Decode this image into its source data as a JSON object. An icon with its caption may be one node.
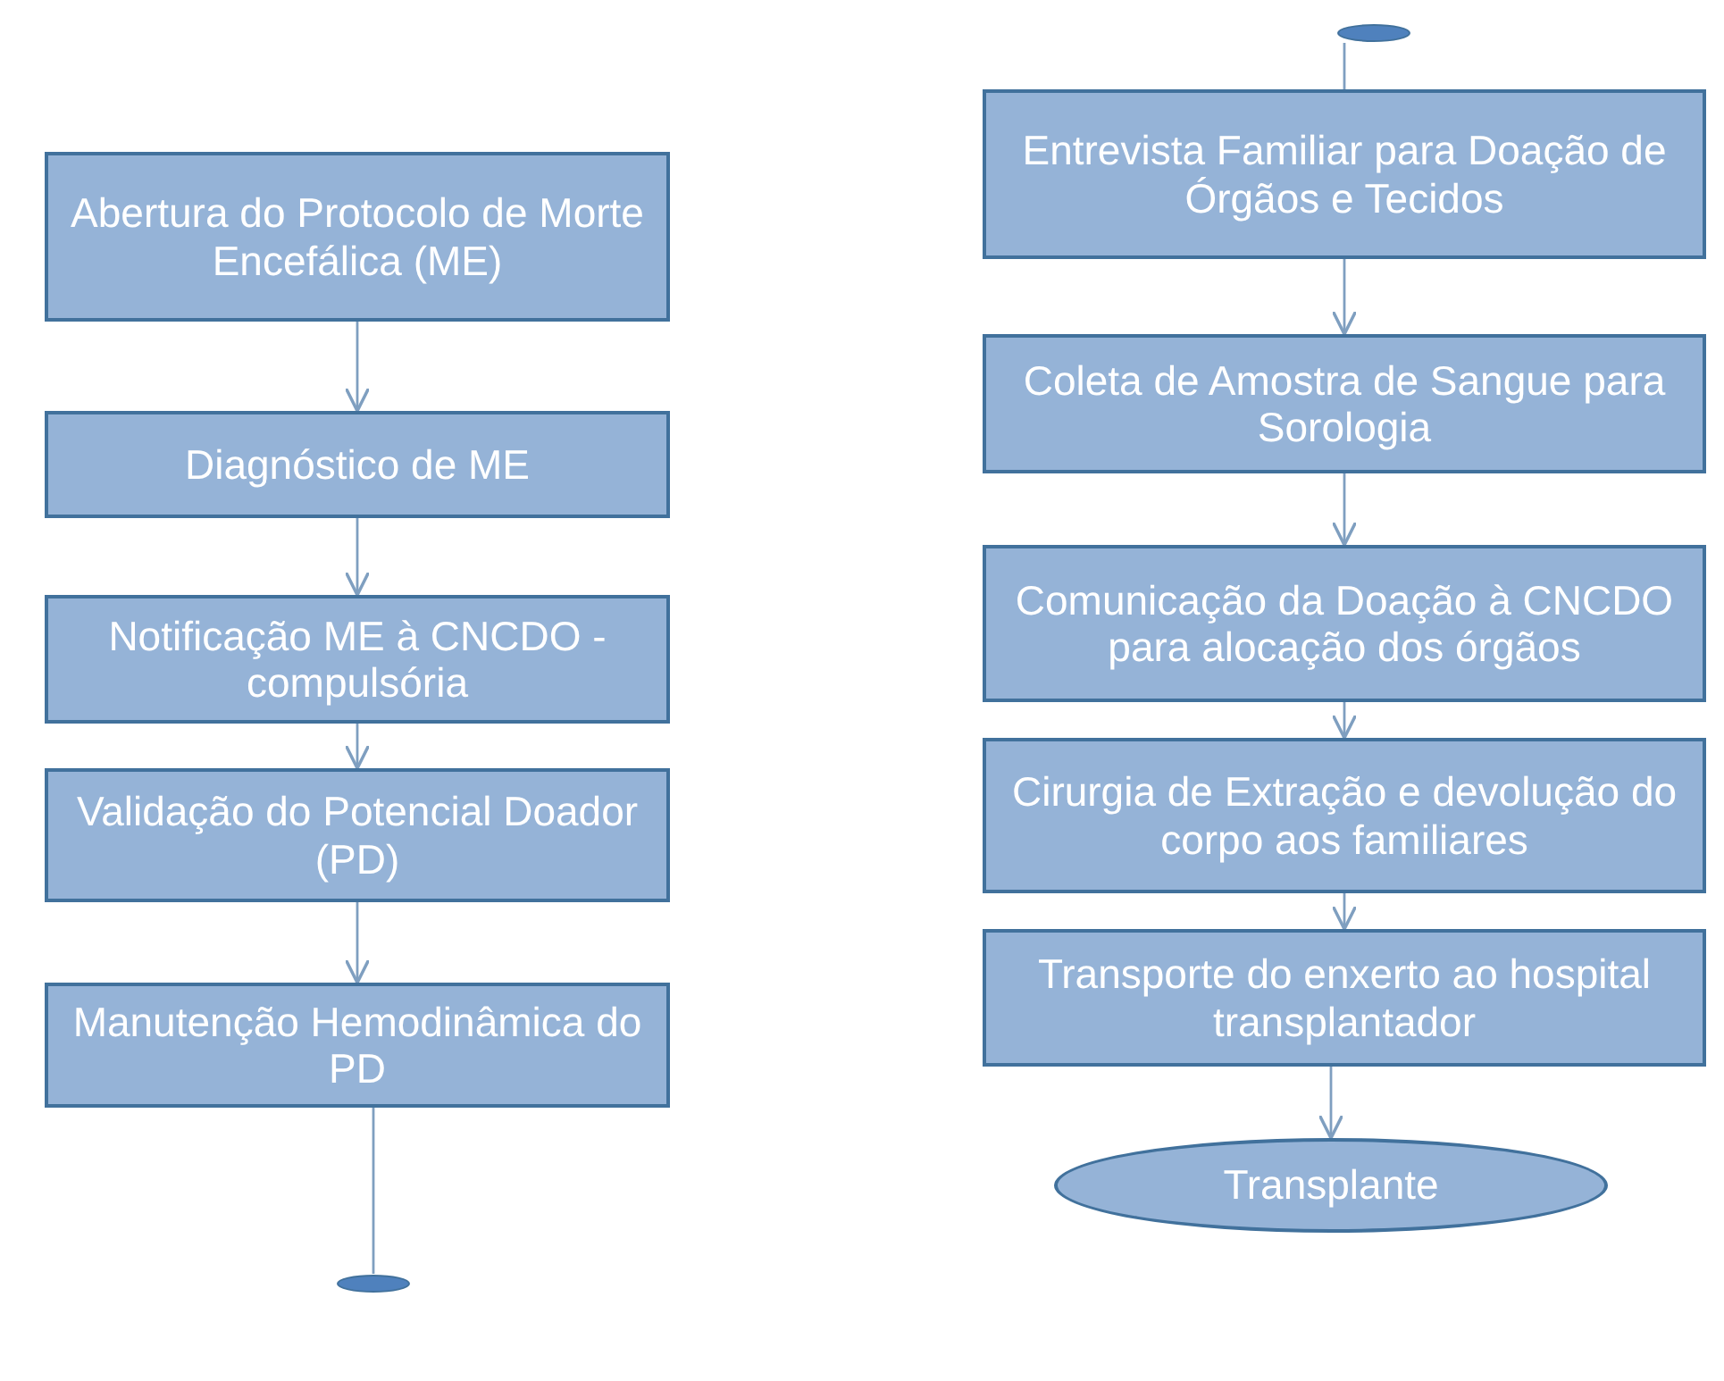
{
  "diagram": {
    "nodes": [
      {
        "text": [
          "Abertura do Protocolo de Morte Encefálica (ME)"
        ]
      },
      {
        "text": [
          "Diagnóstico de  ME"
        ]
      },
      {
        "text": [
          "Notificação ME à CNCDO - compulsória"
        ]
      },
      {
        "text": [
          "Validação do Potencial Doador (PD)"
        ]
      },
      {
        "text": [
          "Manutenção Hemodinâmica do PD"
        ]
      },
      {
        "text": [],
        "shape": "ellipse"
      },
      {
        "text": [],
        "shape": "ellipse"
      },
      {
        "text": [
          "Entrevista Familiar para Doação de Órgãos e Tecidos"
        ]
      },
      {
        "text": [
          "Coleta de Amostra de Sangue para Sorologia"
        ]
      },
      {
        "text": [
          "Comunicação da Doação à CNCDO para alocação dos órgãos"
        ]
      },
      {
        "text": [
          "Cirurgia de Extração e devolução do corpo aos familiares"
        ]
      },
      {
        "text": [
          "Transporte do enxerto ao hospital transplantador"
        ]
      },
      {
        "text": [
          "Transplante"
        ]
      }
    ],
    "edges": [
      {
        "from": 0,
        "to": 1,
        "arrow": "to"
      },
      {
        "from": 1,
        "to": 2,
        "arrow": "to"
      },
      {
        "from": 2,
        "to": 3,
        "arrow": "to"
      },
      {
        "from": 3,
        "to": 4,
        "arrow": "to"
      },
      {
        "from": 4,
        "to": 5,
        "arrow": "none"
      },
      {
        "from": 6,
        "to": 7,
        "arrow": "none"
      },
      {
        "from": 7,
        "to": 8,
        "arrow": "to"
      },
      {
        "from": 8,
        "to": 9,
        "arrow": "to"
      },
      {
        "from": 9,
        "to": 10,
        "arrow": "to"
      },
      {
        "from": 10,
        "to": 11,
        "arrow": "to"
      },
      {
        "from": 11,
        "to": 12,
        "arrow": "to"
      }
    ]
  }
}
